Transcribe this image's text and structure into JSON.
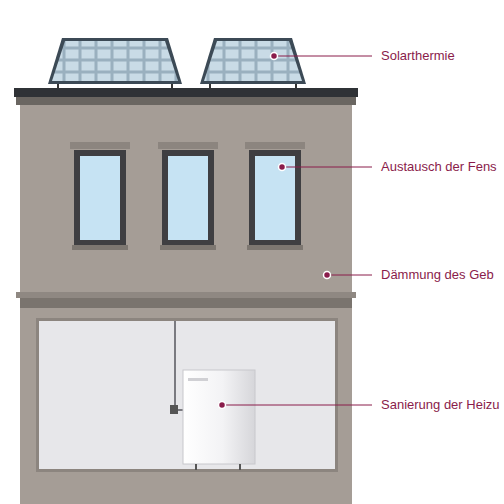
{
  "diagram": {
    "labels": [
      "Solarthermie",
      "Austausch der Fens",
      "Dämmung des Geb",
      "Sanierung der Heizu"
    ]
  }
}
